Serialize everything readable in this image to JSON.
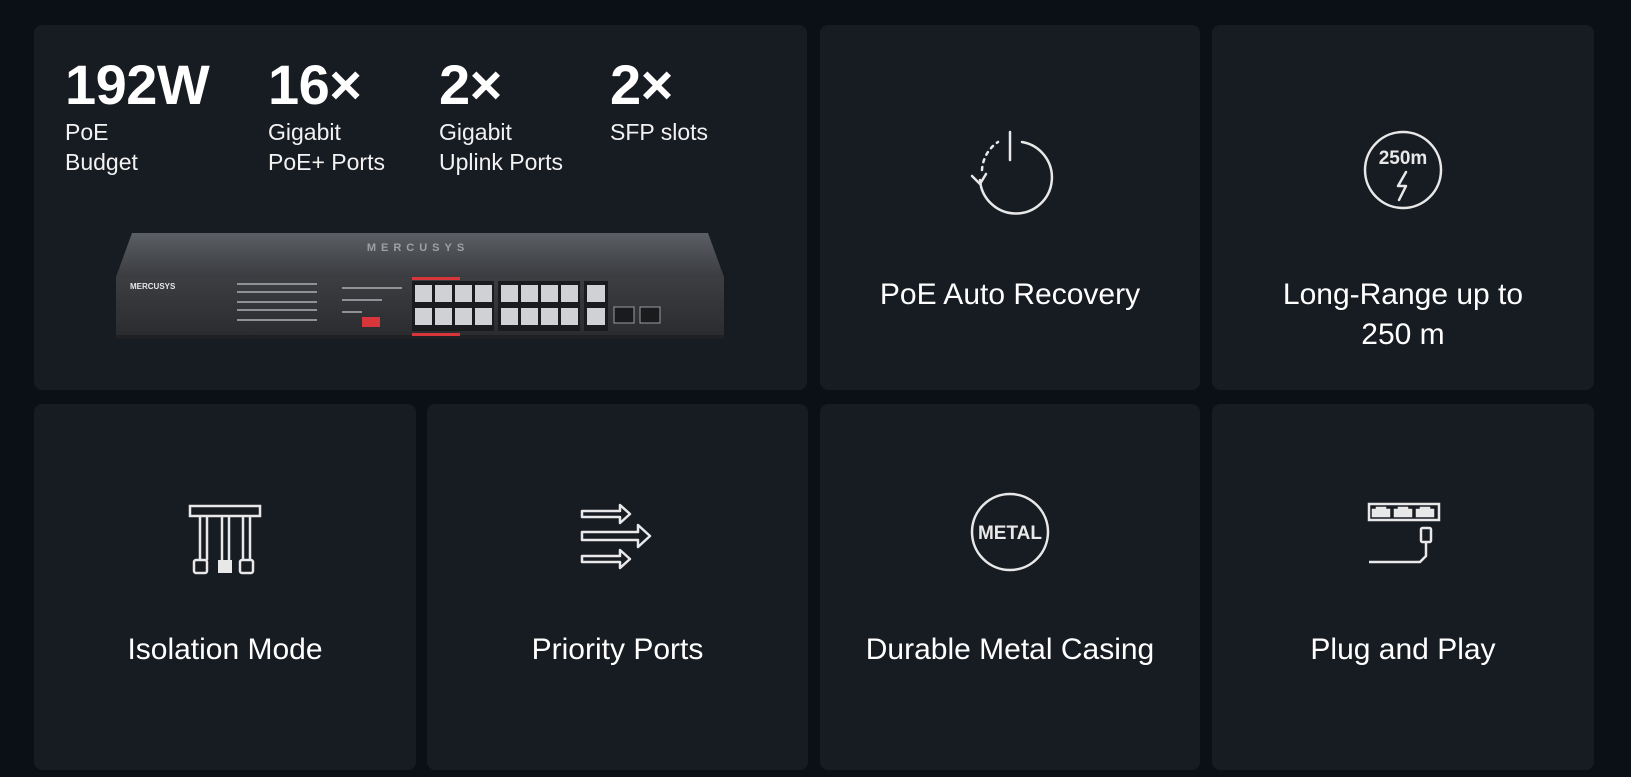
{
  "specs": [
    {
      "value": "192W",
      "line1": "PoE",
      "line2": "Budget"
    },
    {
      "value": "16×",
      "line1": "Gigabit",
      "line2": "PoE+ Ports"
    },
    {
      "value": "2×",
      "line1": "Gigabit",
      "line2": "Uplink Ports"
    },
    {
      "value": "2×",
      "line1": "SFP slots",
      "line2": ""
    }
  ],
  "product": {
    "brand_top": "MERCUSYS",
    "brand_front": "MERCUSYS"
  },
  "features": {
    "recovery": {
      "label": "PoE Auto Recovery",
      "icon": "power-recovery-icon"
    },
    "range": {
      "label_line1": "Long-Range up to",
      "label_line2": "250 m",
      "icon_text": "250m",
      "icon": "range-250m-icon"
    },
    "isolation": {
      "label": "Isolation Mode",
      "icon": "isolation-icon"
    },
    "priority": {
      "label": "Priority Ports",
      "icon": "priority-arrows-icon"
    },
    "metal": {
      "label": "Durable Metal Casing",
      "icon_text": "METAL",
      "icon": "metal-badge-icon"
    },
    "plug": {
      "label": "Plug and Play",
      "icon": "plug-and-play-icon"
    }
  },
  "colors": {
    "background": "#0b0f16",
    "card": "#171b22",
    "text": "#ffffff",
    "accent_port": "#d8363b"
  }
}
